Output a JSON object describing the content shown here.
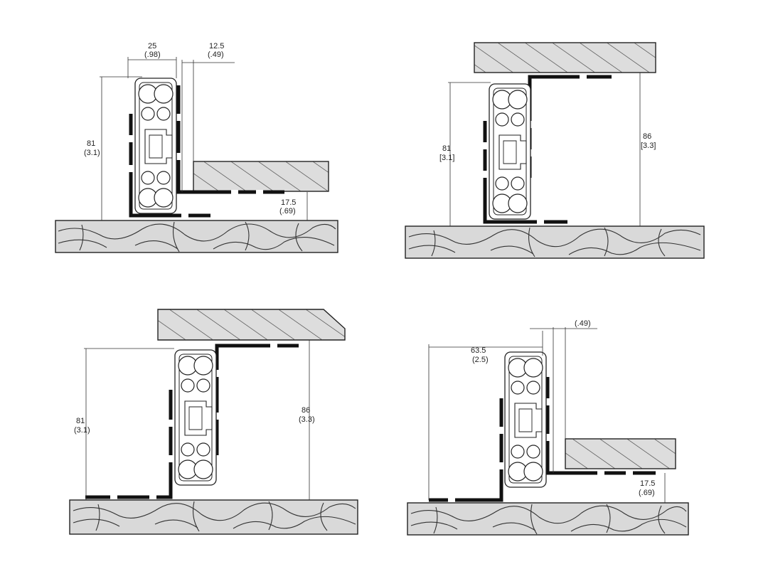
{
  "diagrams": [
    {
      "id": "top-left",
      "labels": {
        "width_top_mm": "25",
        "width_top_in": "(.98)",
        "offset_mm": "12.5",
        "offset_in": "(.49)",
        "height_mm": "81",
        "height_in": "(3.1)",
        "bottom_gap_mm": "17.5",
        "bottom_gap_in": "(.69)"
      }
    },
    {
      "id": "top-right",
      "labels": {
        "height_mm": "81",
        "height_in": "[3.1]",
        "height_right_mm": "86",
        "height_right_in": "[3.3]"
      }
    },
    {
      "id": "bottom-left",
      "labels": {
        "height_mm": "81",
        "height_in": "(3.1)",
        "height_right_mm": "86",
        "height_right_in": "(3.3)"
      }
    },
    {
      "id": "bottom-right",
      "labels": {
        "width_mm": "63.5",
        "width_in": "(2.5)",
        "offset_partial": "(.49)",
        "bottom_gap_mm": "17.5",
        "bottom_gap_in": "(.69)"
      }
    }
  ]
}
